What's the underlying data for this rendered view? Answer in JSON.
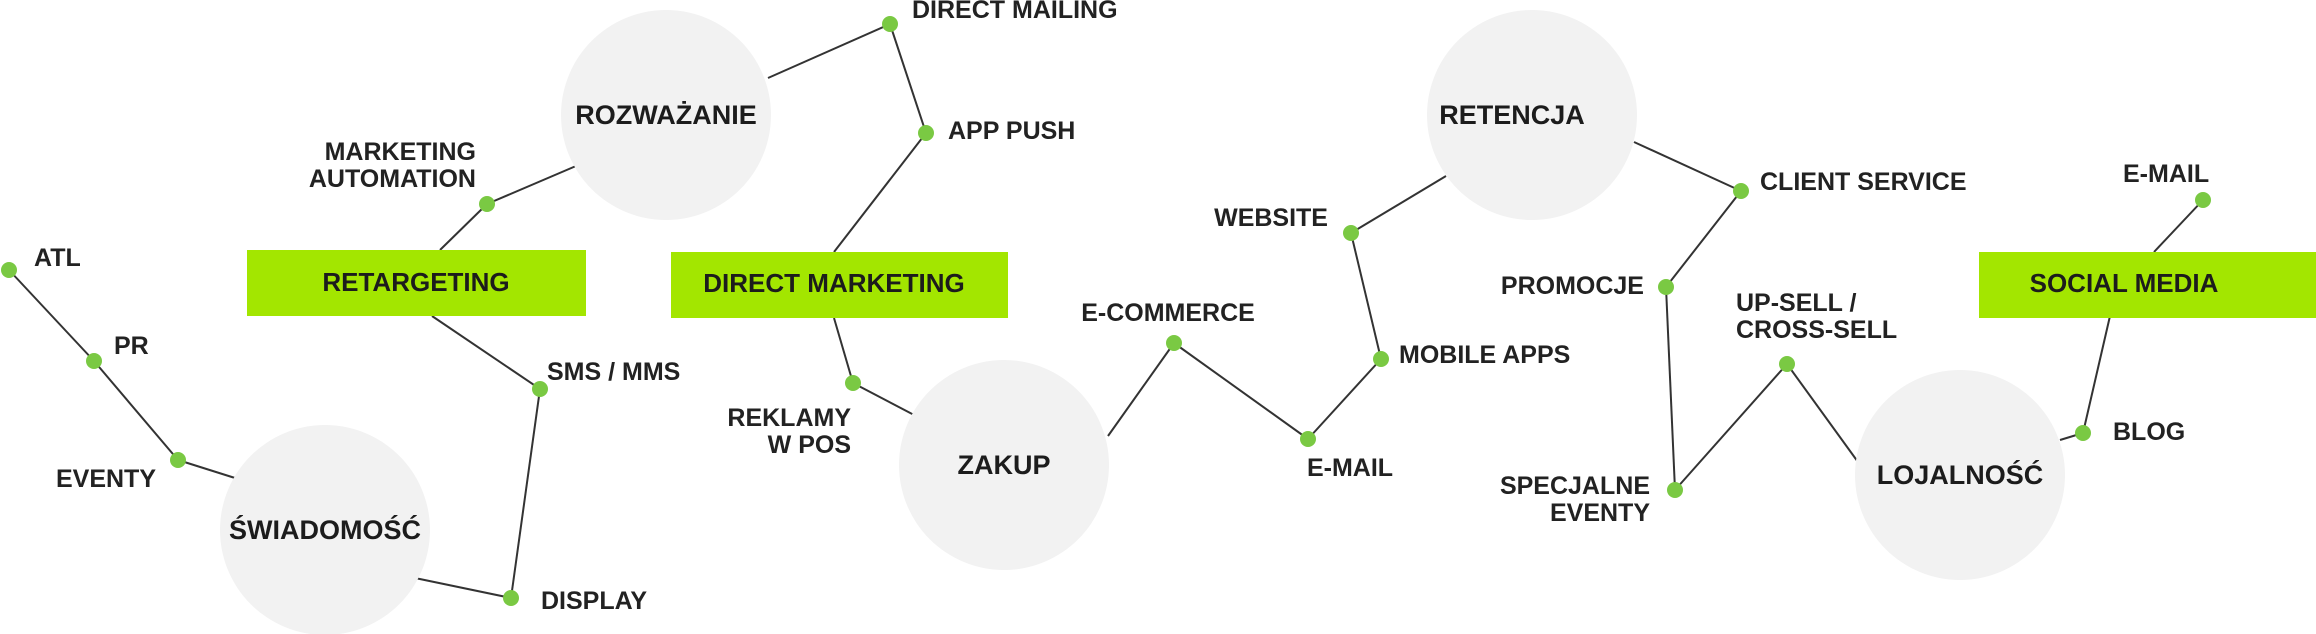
{
  "colors": {
    "accent": "#a3e600",
    "node": "#7ac943",
    "circle": "#f2f2f2",
    "line": "#333333",
    "text": "#222222"
  },
  "stages": {
    "swiadomosc": "ŚWIADOMOŚĆ",
    "rozwazanie": "ROZWAŻANIE",
    "zakup": "ZAKUP",
    "retencja": "RETENCJA",
    "lojalnosc": "LOJALNOŚĆ"
  },
  "boxes": {
    "retargeting": "RETARGETING",
    "direct_marketing": "DIRECT MARKETING",
    "social_media": "SOCIAL MEDIA"
  },
  "labels": {
    "atl": "ATL",
    "pr": "PR",
    "eventy": "EVENTY",
    "marketing_automation_1": "MARKETING",
    "marketing_automation_2": "AUTOMATION",
    "sms_mms": "SMS / MMS",
    "display": "DISPLAY",
    "direct_mailing": "DIRECT MAILING",
    "app_push": "APP PUSH",
    "reklamy_pos_1": "REKLAMY",
    "reklamy_pos_2": "W POS",
    "e_commerce": "E-COMMERCE",
    "e_mail_zakup": "E-MAIL",
    "website": "WEBSITE",
    "mobile_apps": "MOBILE APPS",
    "client_service": "CLIENT SERVICE",
    "promocje": "PROMOCJE",
    "up_sell_1": "UP-SELL /",
    "up_sell_2": "CROSS-SELL",
    "specjalne_eventy_1": "SPECJALNE",
    "specjalne_eventy_2": "EVENTY",
    "e_mail_social": "E-MAIL",
    "blog": "BLOG"
  }
}
